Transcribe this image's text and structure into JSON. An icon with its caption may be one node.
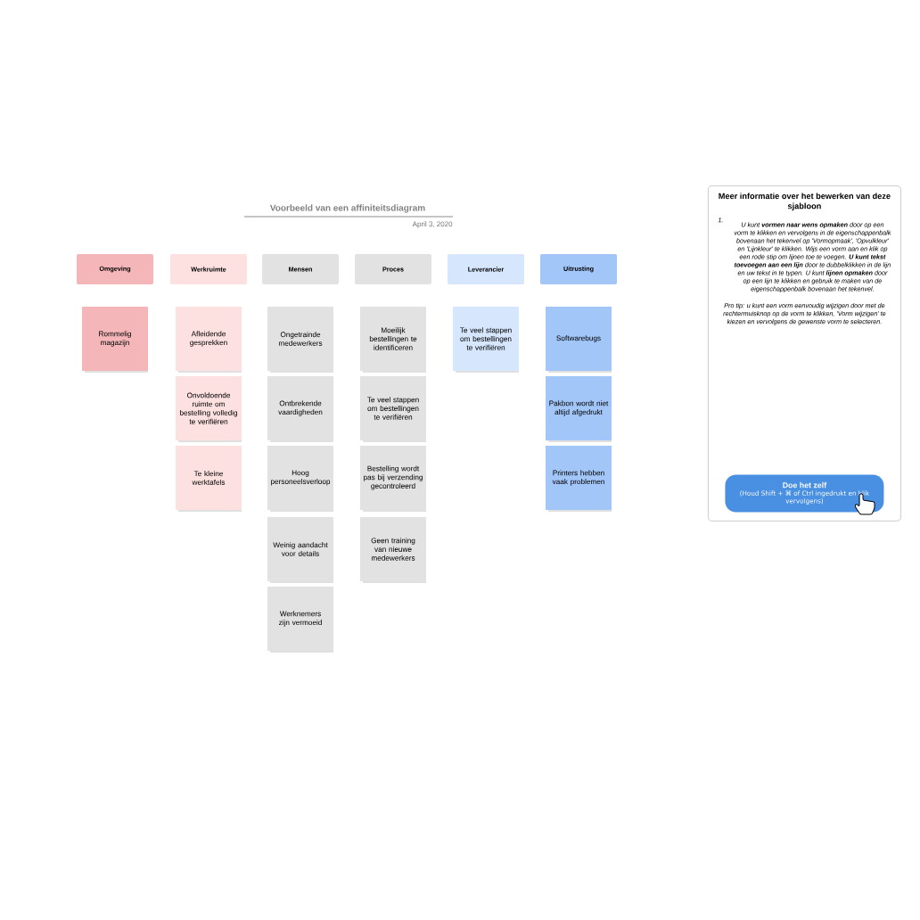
{
  "diagram": {
    "title": "Voorbeeld van een affiniteitsdiagram",
    "nodes": [
      {
        "text": [
          "Omgeving"
        ]
      },
      {
        "text": [
          "Werkruimte"
        ]
      },
      {
        "text": [
          "Mensen"
        ]
      },
      {
        "text": [
          "Proces"
        ]
      },
      {
        "text": [
          "Leverancier"
        ]
      },
      {
        "text": [
          "Uitrusting"
        ]
      },
      {
        "text": [
          "Rommelig magazijn"
        ]
      },
      {
        "text": [
          "Afleidende gesprekken"
        ]
      },
      {
        "text": [
          "Onvoldoende ruimte om bestelling volledig te verifiëren"
        ]
      },
      {
        "text": [
          "Te kleine werktafels"
        ]
      },
      {
        "text": [
          "Ongetrainde medewerkers"
        ]
      },
      {
        "text": [
          "Ontbrekende vaardigheden"
        ]
      },
      {
        "text": [
          "Hoog personeelsverloop"
        ]
      },
      {
        "text": [
          "Weinig aandacht voor details"
        ]
      },
      {
        "text": [
          "Werknemers zijn vermoeid"
        ]
      },
      {
        "text": [
          "Moeilijk bestellingen te identificeren"
        ]
      },
      {
        "text": [
          "Te veel stappen om bestellingen te verifiëren"
        ]
      },
      {
        "text": [
          "Bestelling wordt pas bij verzending gecontroleerd"
        ]
      },
      {
        "text": [
          "Geen training van nieuwe medewerkers"
        ]
      },
      {
        "text": [
          "Te veel stappen om bestellingen te verifiëren"
        ]
      },
      {
        "text": [
          "Softwarebugs"
        ]
      },
      {
        "text": [
          "Pakbon wordt niet altijd afgedrukt"
        ]
      },
      {
        "text": [
          "Printers hebben vaak problemen"
        ]
      },
      {
        "text": [
          "Meer informatie over het bewerken van deze sjabloon",
          "1.",
          "U kunt **vormen naar wens opmaken** door op een vorm te klikken en vervolgens in de eigenschappenbalk bovenaan het tekenvel op 'Vormopmaak', 'Opvulkleur' en 'Lijnkleur' te klikken. Wijs een vorm aan en klik op een rode stip om lijnen toe te voegen. **U kunt tekst toevoegen aan een lijn** door te dubbelklikken in de lijn en uw tekst in te typen. U kunt **lijnen opmaken** door op een lijn te klikken en gebruik te maken van de eigenschappenbalk bovenaan het tekenvel.",
          "Pro tip: u kunt een vorm eenvoudig wijzigen door met de rechtermuisknop op de vorm te klikken, 'Vorm wijzigen' te kiezen en vervolgens de gewenste vorm te selecteren."
        ]
      },
      {
        "text": [
          "Doe het zelf",
          "(Houd Shift + ⌘ of Ctrl ingedrukt en klik vervolgens)"
        ],
        "in": 23
      }
    ],
    "labels": [
      "April 3, 2020"
    ]
  }
}
